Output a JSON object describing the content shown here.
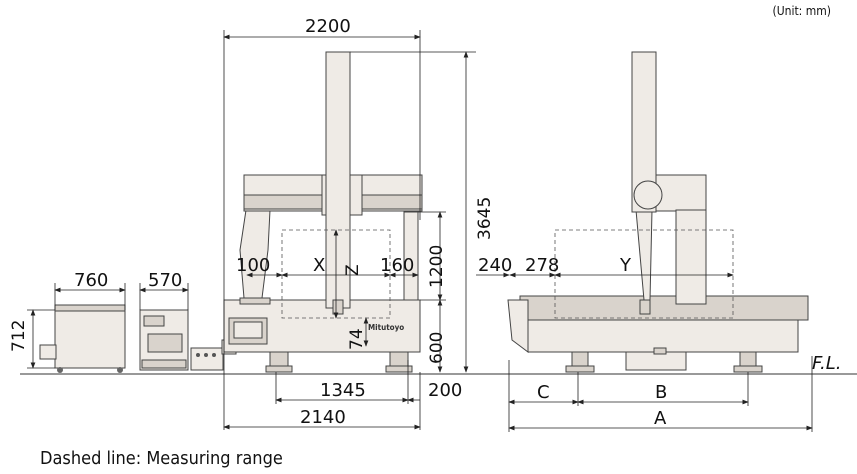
{
  "unit_label": "(Unit: mm)",
  "caption": "Dashed line: Measuring range",
  "floor_label": "F.L.",
  "brand": "Mitutoyo",
  "dimensions": {
    "overall_width": "2200",
    "overall_height": "3645",
    "left_offset": "100",
    "x_axis": "X",
    "z_axis": "Z",
    "right_offset": "160",
    "z_travel": "1200",
    "probe_clearance": "74",
    "table_height": "600",
    "base_width": "1345",
    "base_side": "200",
    "footprint_width": "2140",
    "controller_width": "760",
    "pc_width": "570",
    "cabinet_height": "712",
    "side_front": "240",
    "side_offset": "278",
    "y_axis": "Y",
    "dim_c": "C",
    "dim_b": "B",
    "dim_a": "A"
  }
}
